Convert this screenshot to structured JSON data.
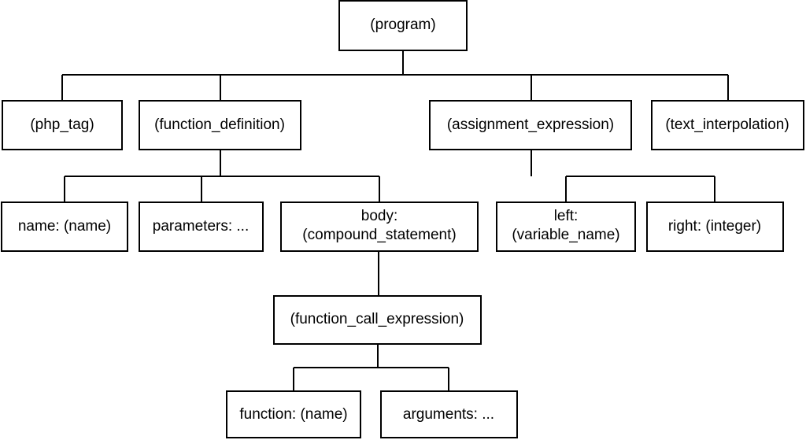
{
  "tree": {
    "program": "(program)",
    "php_tag": "(php_tag)",
    "function_definition": "(function_definition)",
    "assignment_expression": "(assignment_expression)",
    "text_interpolation": "(text_interpolation)",
    "name_field": "name: (name)",
    "parameters_field": "parameters: ...",
    "body_field": [
      "body:",
      "(compound_statement)"
    ],
    "left_field": [
      "left:",
      "(variable_name)"
    ],
    "right_field": "right: (integer)",
    "function_call_expression": "(function_call_expression)",
    "function_field": "function: (name)",
    "arguments_field": "arguments: ..."
  },
  "colors": {
    "stroke": "#000000",
    "fill": "#ffffff",
    "text": "#000000"
  }
}
